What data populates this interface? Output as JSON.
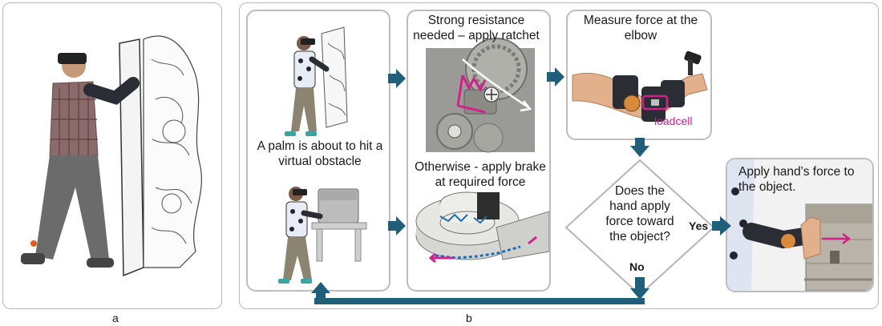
{
  "panel_a": {
    "caption": "a"
  },
  "panel_b": {
    "caption": "b",
    "step1_label": "A palm is about to hit a virtual obstacle",
    "ratchet_label": "Strong resistance needed – apply ratchet",
    "brake_label": "Otherwise - apply brake at required force",
    "measure_label": "Measure force at the elbow",
    "loadcell_label": "loadcell",
    "decision_label": "Does the hand apply force toward the object?",
    "yes_label": "Yes",
    "no_label": "No",
    "apply_label": "Apply hand’s force to the object."
  },
  "colors": {
    "arrow": "#1f5f7a",
    "accent": "#d4208a",
    "border": "#bdbdbd",
    "sleeve": "#2a2d33"
  }
}
